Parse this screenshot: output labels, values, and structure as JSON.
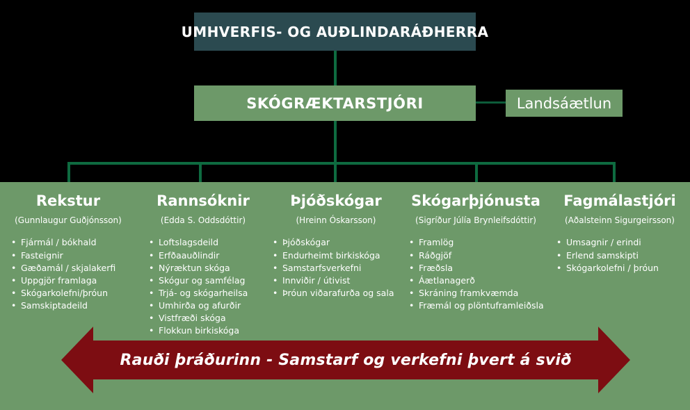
{
  "org_chart": {
    "minister": {
      "title": "UMHVERFIS- OG AUÐLINDARÁÐHERRA"
    },
    "director": {
      "title": "SKÓGRÆKTARSTJÓRI"
    },
    "side_node": {
      "title": "Landsáætlun"
    },
    "divisions": [
      {
        "title": "Rekstur",
        "person": "(Gunnlaugur Guðjónsson)",
        "items": [
          "Fjármál / bókhald",
          "Fasteignir",
          "Gæðamál / skjalakerfi",
          "Uppgjör framlaga",
          "Skógarkolefni/þróun",
          "Samskiptadeild"
        ]
      },
      {
        "title": "Rannsóknir",
        "person": "(Edda S. Oddsdóttir)",
        "items": [
          "Loftslagsdeild",
          "Erfðaauðlindir",
          "Nýræktun skóga",
          "Skógur og samfélag",
          "Trjá- og skógarheilsa",
          "Umhirða og afurðir",
          "Vistfræði skóga",
          "Flokkun birkiskóga"
        ]
      },
      {
        "title": "Þjóðskógar",
        "person": "(Hreinn Óskarsson)",
        "items": [
          "Þjóðskógar",
          "Endurheimt birkiskóga",
          "Samstarfsverkefni",
          "Innviðir / útivist",
          "Þróun viðarafurða og sala"
        ]
      },
      {
        "title": "Skógarþjónusta",
        "person": "(Sigríður Júlía Brynleifsdóttir)",
        "items": [
          "Framlög",
          "Ráðgjöf",
          "Fræðsla",
          "Áætlanagerð",
          "Skráning framkvæmda",
          "Fræmál og plöntuframleiðsla"
        ]
      },
      {
        "title": "Fagmálastjóri",
        "person": "(Aðalsteinn Sigurgeirsson)",
        "items": [
          "Umsagnir / erindi",
          "Erlend samskipti",
          "Skógarkolefni / þróun"
        ]
      }
    ],
    "banner": {
      "text": "Rauði þráðurinn - Samstarf og verkefni þvert á svið"
    },
    "colors": {
      "minister_box": "#2b4a50",
      "green_box": "#6d9969",
      "panel_green": "#6d9969",
      "connector_green": "#0e6b40",
      "banner_red": "#7d0d12",
      "text_white": "#ffffff",
      "background": "#000000"
    }
  }
}
